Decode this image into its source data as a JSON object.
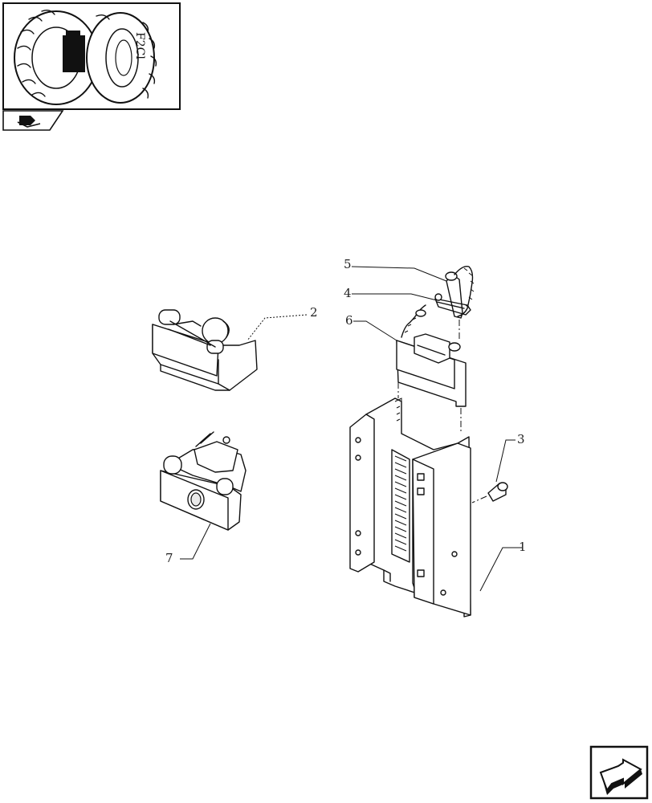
{
  "thumbnail": {
    "caption_text": "F2Cl"
  },
  "callouts": [
    {
      "id": "c1",
      "label": "1"
    },
    {
      "id": "c2",
      "label": "2"
    },
    {
      "id": "c3",
      "label": "3"
    },
    {
      "id": "c4",
      "label": "4"
    },
    {
      "id": "c5",
      "label": "5"
    },
    {
      "id": "c6",
      "label": "6"
    },
    {
      "id": "c7",
      "label": "7"
    }
  ],
  "icons": {
    "section_tab": "book-arrow-icon",
    "next_page": "next-page-arrow-icon"
  }
}
